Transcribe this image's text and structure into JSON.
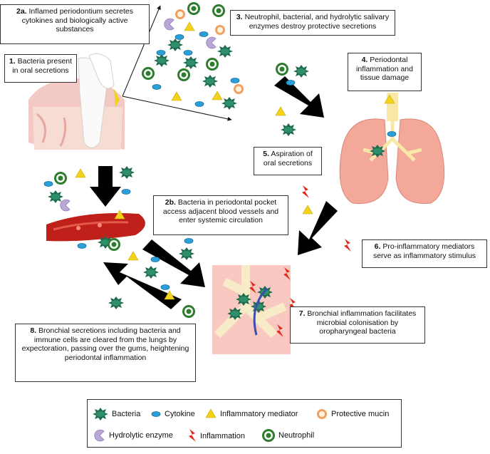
{
  "steps": {
    "s2a": {
      "num": "2a.",
      "text": " Inflamed periodontium secretes cytokines and biologically active substances"
    },
    "s1": {
      "num": "1.",
      "text": " Bacteria present in oral secretions"
    },
    "s3": {
      "num": "3.",
      "text": " Neutrophil, bacterial, and hydrolytic salivary enzymes destroy protective secretions"
    },
    "s4": {
      "num": "4.",
      "text": " Periodontal inflammation and tissue damage"
    },
    "s5": {
      "num": "5.",
      "text": " Aspiration of oral secretions"
    },
    "s2b": {
      "num": "2b.",
      "text": " Bacteria in periodontal pocket access adjacent blood vessels and enter systemic circulation"
    },
    "s6": {
      "num": "6.",
      "text": " Pro-inflammatory mediators serve as inflammatory stimulus"
    },
    "s7": {
      "num": "7.",
      "text": " Bronchial inflammation facilitates microbial colonisation by oropharyngeal bacteria"
    },
    "s8": {
      "num": "8.",
      "text": " Bronchial secretions including bacteria and immune cells are cleared from the lungs by expectoration, passing over the gums, heightening periodontal inflammation"
    }
  },
  "legend": {
    "bacteria": "Bacteria",
    "cytokine": "Cytokine",
    "mediator": "Inflammatory mediator",
    "mucin": "Protective mucin",
    "enzyme": "Hydrolytic enzyme",
    "inflammation": "Inflammation",
    "neutrophil": "Neutrophil"
  },
  "colors": {
    "bacteria": "#1f6b4e",
    "cytokine": "#2b9fd8",
    "mediator": "#f2d21a",
    "mucin": "#f0a060",
    "enzyme": "#b9a8d6",
    "inflammation": "#e02a1a",
    "neutrophil": "#2e7d2e",
    "lung": "#f4a89a",
    "vessel": "#c0201a"
  }
}
